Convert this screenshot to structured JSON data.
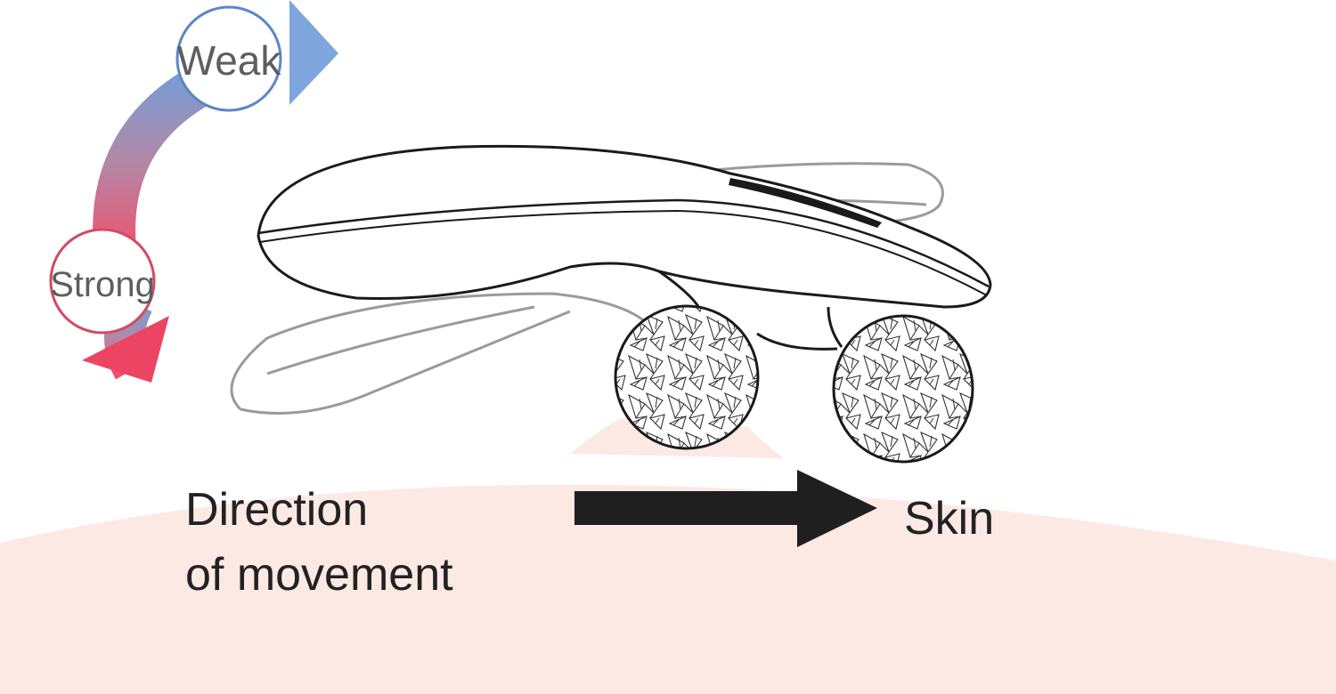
{
  "labels": {
    "weak": "Weak",
    "strong": "Strong",
    "direction_line1": "Direction",
    "direction_line2": "of movement",
    "skin": "Skin"
  },
  "colors": {
    "weak_blue": "#5b8fd1",
    "strong_red": "#e8405e",
    "skin_fill": "#fde9e4",
    "direction_arrow": "#1f1f1f",
    "text_dark": "#222222",
    "circle_text": "#5e5e5e"
  }
}
